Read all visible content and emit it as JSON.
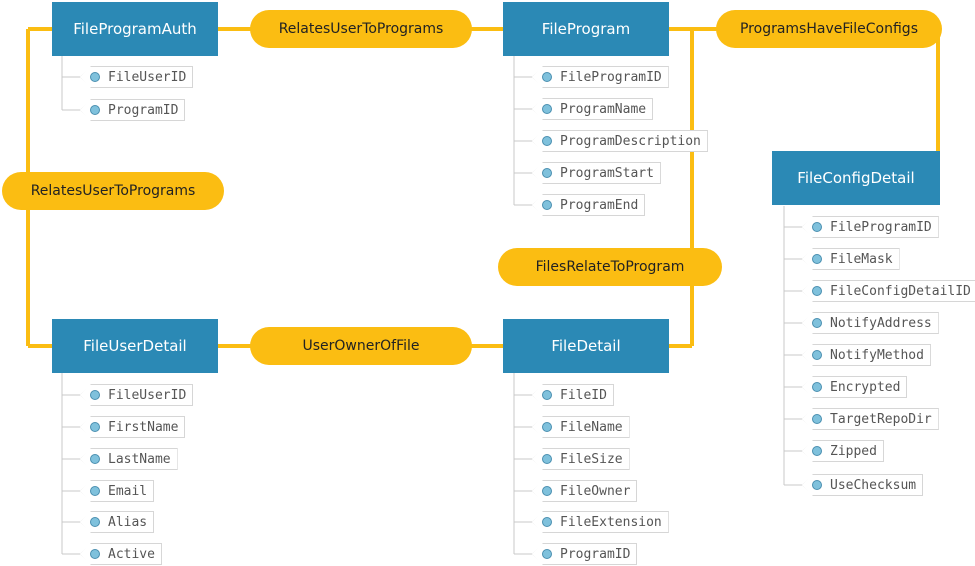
{
  "colors": {
    "entity": "#2b89b5",
    "relationship": "#fbbd12",
    "connector": "#fbbd12",
    "tree_line": "#c8c8c8",
    "attribute_dot": "#7fc1dc"
  },
  "entities": {
    "file_program_auth": {
      "title": "FileProgramAuth",
      "attributes": [
        "FileUserID",
        "ProgramID"
      ]
    },
    "file_program": {
      "title": "FileProgram",
      "attributes": [
        "FileProgramID",
        "ProgramName",
        "ProgramDescription",
        "ProgramStart",
        "ProgramEnd"
      ]
    },
    "file_config_detail": {
      "title": "FileConfigDetail",
      "attributes": [
        "FileProgramID",
        "FileMask",
        "FileConfigDetailID",
        "NotifyAddress",
        "NotifyMethod",
        "Encrypted",
        "TargetRepoDir",
        "Zipped",
        "UseChecksum"
      ]
    },
    "file_user_detail": {
      "title": "FileUserDetail",
      "attributes": [
        "FileUserID",
        "FirstName",
        "LastName",
        "Email",
        "Alias",
        "Active"
      ]
    },
    "file_detail": {
      "title": "FileDetail",
      "attributes": [
        "FileID",
        "FileName",
        "FileSize",
        "FileOwner",
        "FileExtension",
        "ProgramID"
      ]
    }
  },
  "relationships": {
    "relates_user_to_programs_top": "RelatesUserToPrograms",
    "programs_have_file_configs": "ProgramsHaveFileConfigs",
    "relates_user_to_programs_left": "RelatesUserToPrograms",
    "files_relate_to_program": "FilesRelateToProgram",
    "user_owner_of_file": "UserOwnerOfFile"
  }
}
